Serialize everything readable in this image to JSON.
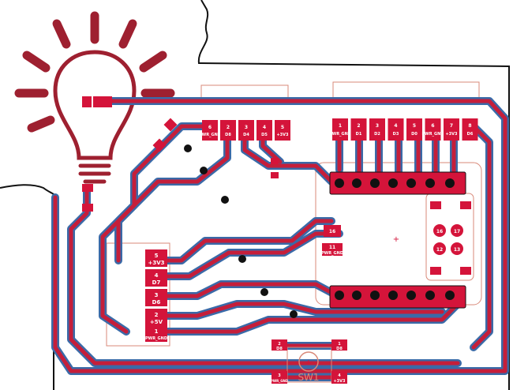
{
  "colors": {
    "trace": "#c51e3a",
    "trace_outline": "#3a6aa8",
    "pad": "#d4143a",
    "silk": "#d98a7a",
    "outline": "#111111",
    "bulb": "#9e2030"
  },
  "header_left": {
    "pins": [
      "6\nPWR_GND",
      "2\nD8",
      "3\nD4",
      "4\nD5",
      "5\n+3V3"
    ]
  },
  "header_right": {
    "pins": [
      "1\nPWR_GND",
      "2\nD1",
      "3\nD2",
      "4\nD3",
      "5\nD0",
      "6\nPWR_GND",
      "7\n+3V3",
      "8\nD6"
    ]
  },
  "connector_left": {
    "pins": [
      "5\n+3V3",
      "4\nD7",
      "3\nD6",
      "2\n+5V",
      "1\nPWR_GND"
    ]
  },
  "module_pads": {
    "p16": "16",
    "p11": "11",
    "p11_net": "PWR_GND"
  },
  "sensor_pads": [
    "16",
    "17",
    "12",
    "13"
  ],
  "bottom_pads": {
    "tl": "2\nD8",
    "tr": "1\nD8",
    "bl": "3\nPWR_GND",
    "br": "4\n+3V3"
  },
  "switch_label": "SW1",
  "icon": "light-bulb-icon"
}
